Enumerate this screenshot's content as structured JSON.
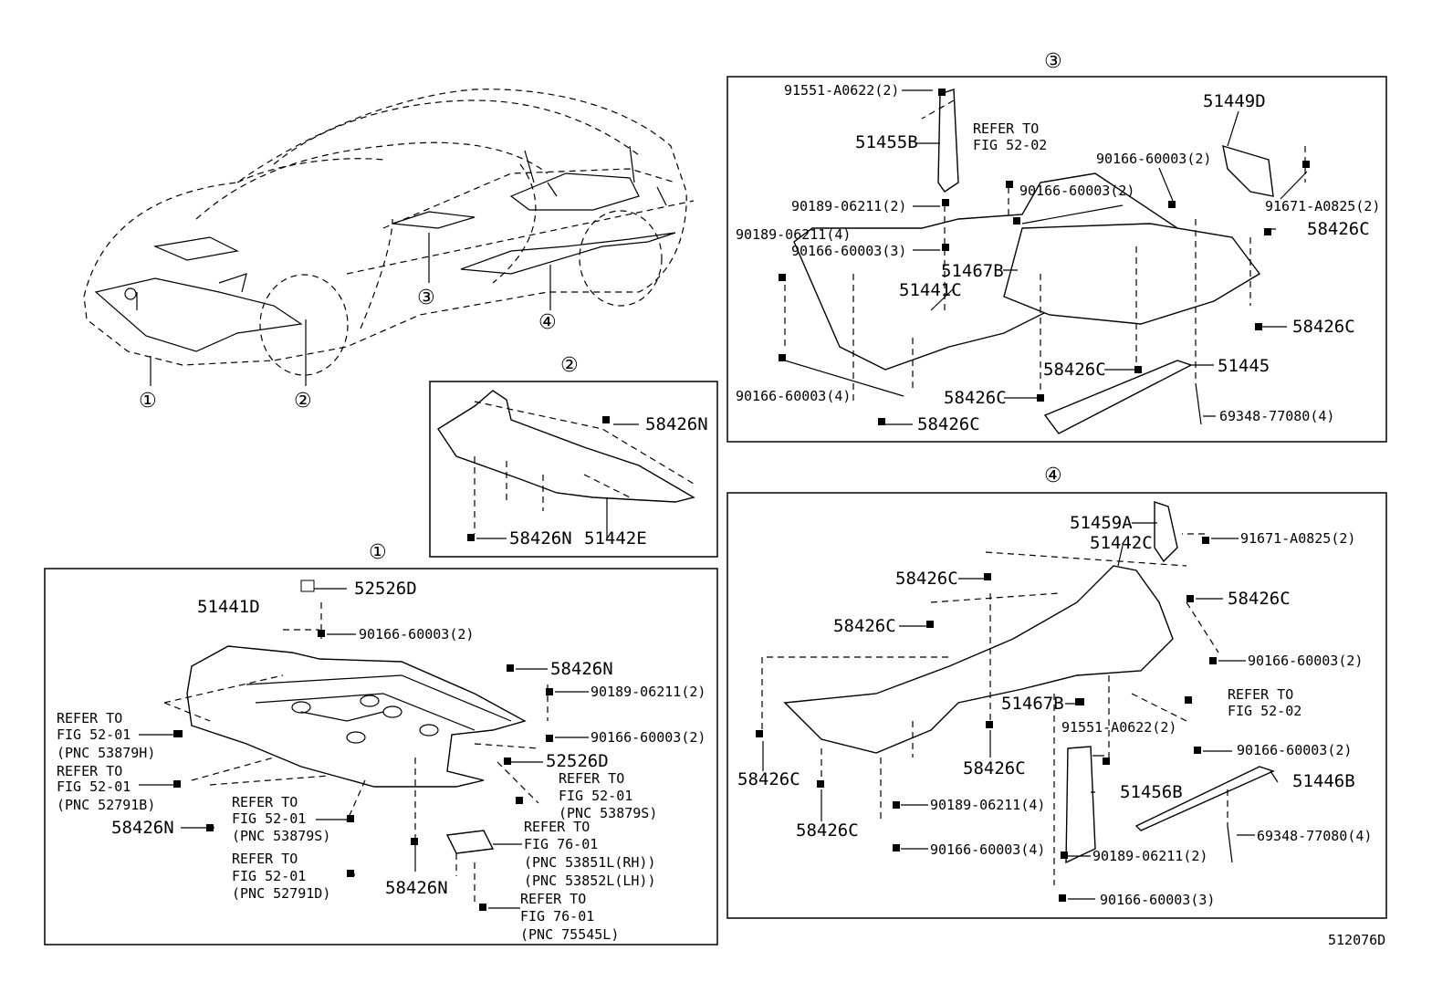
{
  "footer_code": "512076D",
  "callouts": {
    "c1": "①",
    "c2": "②",
    "c3": "③",
    "c4": "④"
  },
  "panel1": {
    "title": "①",
    "main_part": "51441D",
    "parts": {
      "p52526D_top": "52526D",
      "p90166_2_a": "90166-60003(2)",
      "p58426N_a": "58426N",
      "p90189_2": "90189-06211(2)",
      "p90166_2_b": "90166-60003(2)",
      "p52526D_b": "52526D",
      "p58426N_b": "58426N",
      "p58426N_c": "58426N"
    },
    "refs": {
      "r1a": "REFER TO",
      "r1b": "FIG 52-01",
      "r1c": "(PNC 53879H)",
      "r2a": "REFER TO",
      "r2b": "FIG 52-01",
      "r2c": "(PNC 52791B)",
      "r3a": "REFER TO",
      "r3b": "FIG 52-01",
      "r3c": "(PNC 53879S)",
      "r4a": "REFER TO",
      "r4b": "FIG 52-01",
      "r4c": "(PNC 52791D)",
      "r5a": "REFER TO",
      "r5b": "FIG 52-01",
      "r5c": "(PNC 53879S)",
      "r6a": "REFER TO",
      "r6b": "FIG 76-01",
      "r6c": "(PNC 53851L(RH))",
      "r6d": "(PNC 53852L(LH))",
      "r7a": "REFER TO",
      "r7b": "FIG 76-01",
      "r7c": "(PNC 75545L)"
    }
  },
  "panel2": {
    "title": "②",
    "parts": {
      "top": "58426N",
      "bottom": "58426N",
      "main": "51442E"
    }
  },
  "panel3": {
    "title": "③",
    "parts": {
      "a": "91551-A0622(2)",
      "b": "51455B",
      "c": "90189-06211(2)",
      "d": "90189-06211(4)",
      "e": "90166-60003(3)",
      "f": "51467B",
      "g": "51441C",
      "h": "90166-60003(4)",
      "i": "58426C",
      "j": "58426C",
      "k": "58426C",
      "l": "90166-60003(2)",
      "m": "90166-60003(2)",
      "n": "51449D",
      "o": "91671-A0825(2)",
      "p": "58426C",
      "q": "58426C",
      "r": "51445",
      "s": "69348-77080(4)"
    },
    "refs": {
      "a": "REFER TO",
      "b": "FIG 52-02"
    }
  },
  "panel4": {
    "title": "④",
    "parts": {
      "a": "51459A",
      "b": "91671-A0825(2)",
      "c": "51442C",
      "d": "58426C",
      "e": "58426C",
      "f": "58426C",
      "g": "90166-60003(2)",
      "h": "51467B",
      "i": "91551-A0622(2)",
      "j": "58426C",
      "k": "58426C",
      "l": "58426C",
      "m": "90189-06211(4)",
      "n": "51456B",
      "o": "90166-60003(4)",
      "p": "90189-06211(2)",
      "q": "90166-60003(3)",
      "r": "90166-60003(2)",
      "s": "51446B",
      "t": "69348-77080(4)"
    },
    "refs": {
      "a": "REFER TO",
      "b": "FIG 52-02"
    }
  }
}
